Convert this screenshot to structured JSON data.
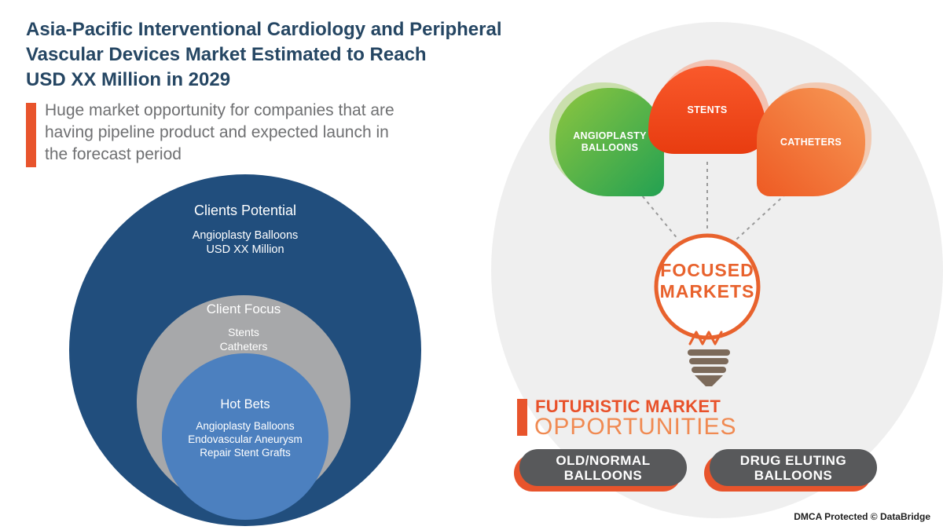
{
  "header": {
    "title_lines": [
      "Asia-Pacific Interventional Cardiology and Peripheral",
      "Vascular Devices Market Estimated to Reach",
      "USD  XX Million in 2029"
    ],
    "subtitle_lines": [
      "Huge market opportunity for companies that are",
      "having pipeline product and expected launch in",
      "the forecast period"
    ]
  },
  "circles": {
    "outer": {
      "title": "Clients Potential",
      "lines": [
        "Angioplasty Balloons",
        "USD  XX Million"
      ]
    },
    "middle": {
      "title": "Client Focus",
      "lines": [
        "Stents",
        "Catheters"
      ]
    },
    "inner": {
      "title": "Hot Bets",
      "lines": [
        "Angioplasty Balloons",
        "Endovascular Aneurysm",
        "Repair Stent Grafts"
      ]
    }
  },
  "focused_markets": {
    "petals": [
      {
        "line1": "ANGIOPLASTY",
        "line2": "BALLOONS",
        "color": "#4caf50"
      },
      {
        "line1": "STENTS",
        "line2": "",
        "color": "#ee4a1d"
      },
      {
        "line1": "CATHETERS",
        "line2": "",
        "color": "#f26f2a"
      }
    ],
    "bulb_lines": [
      "FOCUSED",
      "MARKETS"
    ]
  },
  "opportunities": {
    "heading_lines": [
      "FUTURISTIC MARKET",
      "OPPORTUNITIES"
    ],
    "buttons": [
      {
        "line1": "OLD/NORMAL",
        "line2": "BALLOONS"
      },
      {
        "line1": "DRUG ELUTING",
        "line2": "BALLOONS"
      }
    ]
  },
  "footer": {
    "text": "DMCA Protected © DataBridge"
  },
  "colors": {
    "accent_orange": "#e8542c",
    "title_navy": "#254663",
    "outer_circle_blue": "#214e7d",
    "middle_circle_gray": "#a7a8aa",
    "inner_circle_blue": "#4c80bf",
    "button_gray": "#58595b",
    "bulb_orange": "#e8622d",
    "petal_green": "#8ec63f"
  }
}
